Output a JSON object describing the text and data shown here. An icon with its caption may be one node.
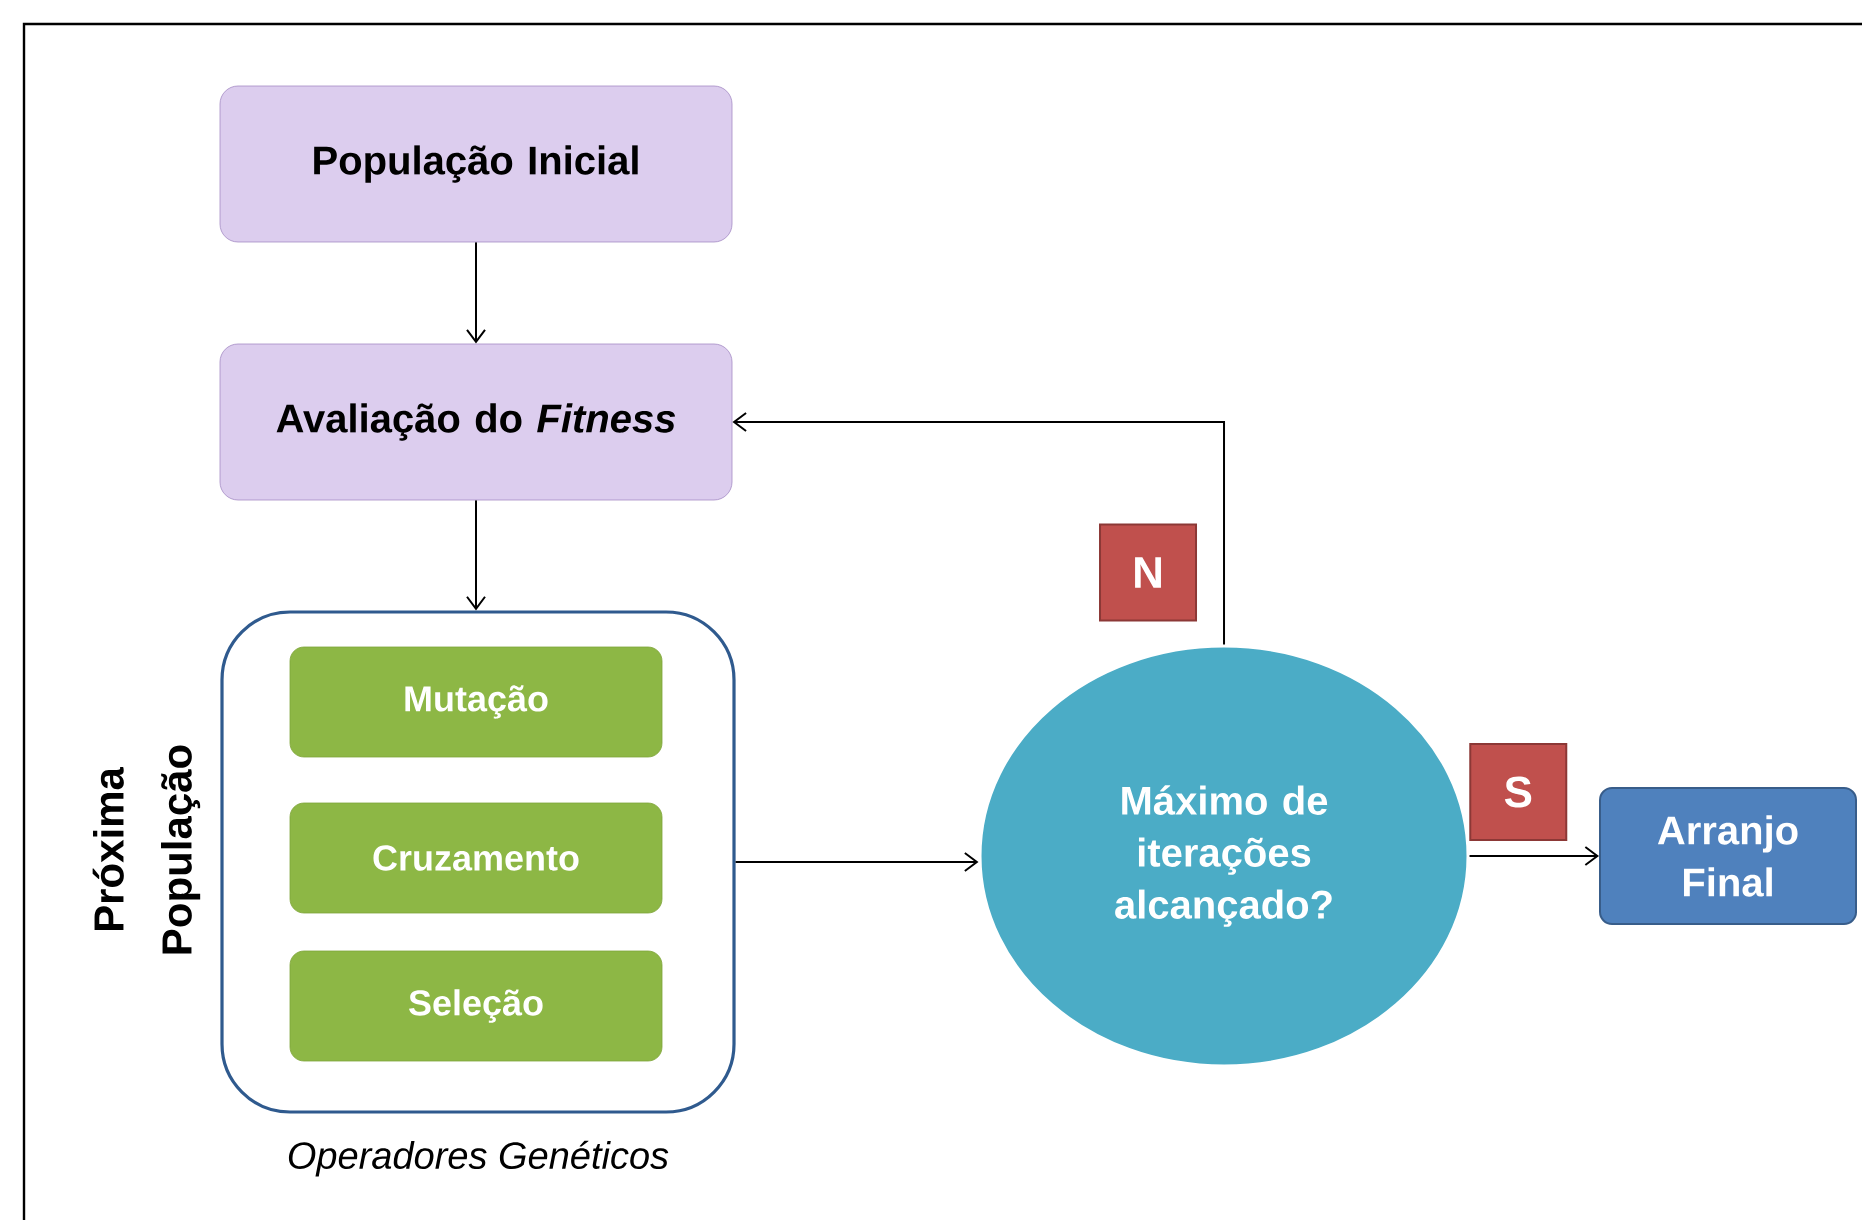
{
  "diagram": {
    "nodes": [
      {
        "text": [
          "População Inicial"
        ]
      },
      {
        "text": [
          "Avaliação do *Fitness*"
        ]
      },
      {
        "text": [],
        "shape": "box",
        "beside": [
          "Próxima População",
          "Operadores Genéticos"
        ]
      },
      {
        "text": [
          "Mutação"
        ],
        "in": 2
      },
      {
        "text": [
          "Cruzamento"
        ],
        "in": 2
      },
      {
        "text": [
          "Seleção"
        ],
        "in": 2
      },
      {
        "text": [
          "Máximo de iterações alcançado?"
        ]
      },
      {
        "text": [
          "Arranjo Final"
        ]
      }
    ],
    "edges": [
      {
        "from": 0,
        "to": 1,
        "arrow": "to"
      },
      {
        "from": 1,
        "to": 2,
        "arrow": "to"
      },
      {
        "from": 2,
        "to": 6,
        "arrow": "to"
      },
      {
        "from": 6,
        "to": 1,
        "arrow": "to",
        "label": "N"
      },
      {
        "from": 6,
        "to": 7,
        "arrow": "to",
        "label": "S"
      }
    ]
  }
}
